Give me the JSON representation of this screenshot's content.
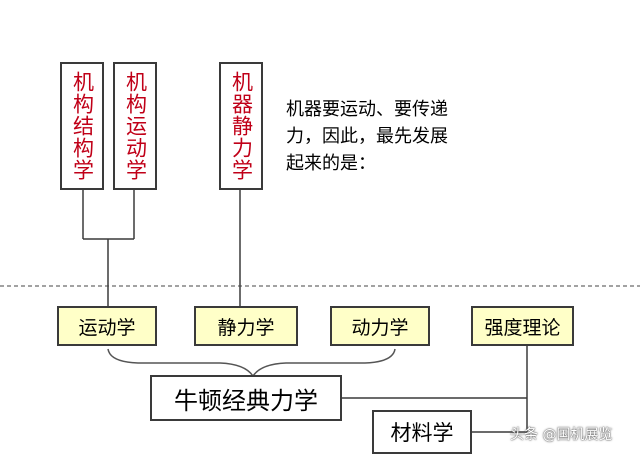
{
  "top_boxes": [
    {
      "label": "机构结构学"
    },
    {
      "label": "机构运动学"
    },
    {
      "label": "机器静力学"
    }
  ],
  "question": {
    "lines": [
      "机器要运动、要传递",
      "力，因此，最先发展",
      "起来的是："
    ]
  },
  "middle_boxes": [
    {
      "label": "运动学"
    },
    {
      "label": "静力学"
    },
    {
      "label": "动力学"
    }
  ],
  "strength_box": {
    "label": "强度理论"
  },
  "newton_box": {
    "label": "牛顿经典力学"
  },
  "materials_box": {
    "label": "材料学"
  },
  "watermark": {
    "text": "头条 @国机展览"
  },
  "colors": {
    "line": "#3a3a3a",
    "red_text": "#c00018",
    "yellow_fill": "#ffffc8"
  }
}
